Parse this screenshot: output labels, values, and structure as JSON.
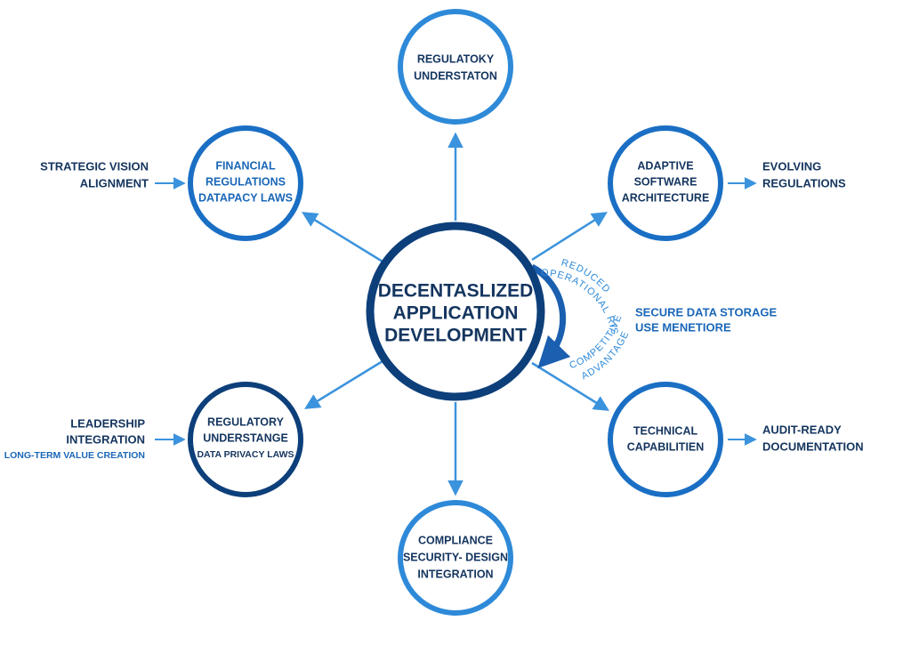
{
  "colors": {
    "dark_navy": "#0d3f7a",
    "medium_blue": "#1a6fc4",
    "light_blue": "#2e8ad8",
    "arrow_blue": "#3b93dd",
    "text_navy": "#14355f",
    "text_blue": "#1a67b8"
  },
  "center": {
    "lines": [
      "DECENTASLIZED",
      "APPLICATION",
      "DEVELOPMENT"
    ]
  },
  "nodes": {
    "top": {
      "lines": [
        "REGULATOKY",
        "UNDERSTATON"
      ]
    },
    "upper_left": {
      "lines": [
        "FINANCIAL",
        "REGULATIONS",
        "DATAPACY LAWS"
      ]
    },
    "upper_right": {
      "lines": [
        "ADAPTIVE",
        "SOFTWARE",
        "ARCHITECTURE"
      ]
    },
    "lower_left": {
      "lines": [
        "REGULATORY",
        "UNDERSTANGE",
        "DATA PRIVACY LAWS"
      ]
    },
    "lower_right": {
      "lines": [
        "TECHNICAL",
        "CAPABILITIEN"
      ]
    },
    "bottom": {
      "lines": [
        "COMPLIANCE",
        "SECURITY- DESIGN",
        "INTEGRATION"
      ]
    }
  },
  "side_labels": {
    "upper_left": [
      "STRATEGIC VISION",
      "ALIGNMENT"
    ],
    "upper_right": [
      "EVOLVING",
      "REGULATIONS"
    ],
    "lower_left": [
      "LEADERSHIP",
      "INTEGRATION",
      "LONG-TERM VALUE CREATION"
    ],
    "lower_right": [
      "AUDIT-READY",
      "DOCUMENTATION"
    ]
  },
  "cycle": {
    "arc_top_text": "REDUCED",
    "arc_top_text_2": "OPERATIONAL RISKS",
    "arc_bottom_text": "COMPETITIVE RISKS",
    "arc_bottom_text_2": "ADVANTAGE",
    "secure_storage": [
      "SECURE DATA STORAGE",
      "USE MENETIORE"
    ]
  }
}
